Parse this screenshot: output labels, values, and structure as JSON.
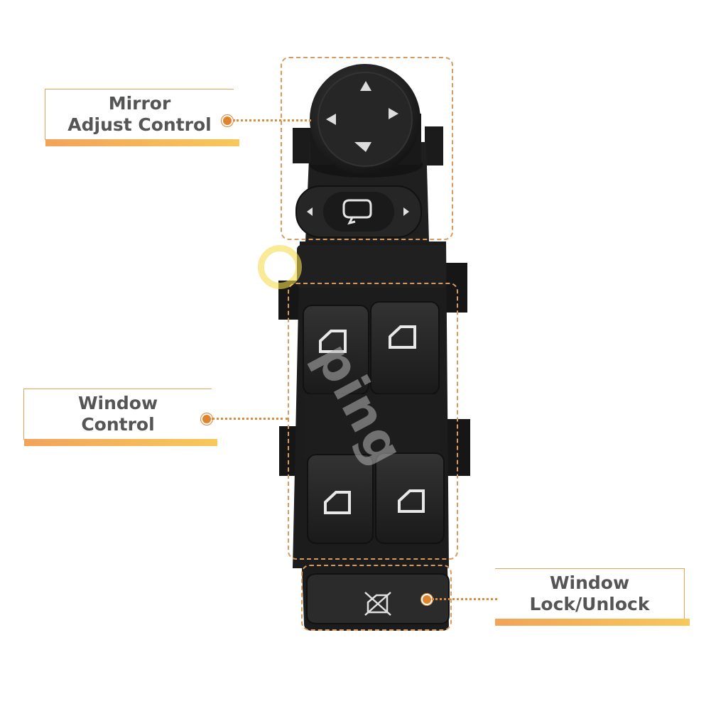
{
  "labels": {
    "mirror": {
      "line1": "Mirror",
      "line2": "Adjust Control"
    },
    "window_control": {
      "line1": "Window",
      "line2": "Control"
    },
    "window_lock": {
      "line1": "Window",
      "line2": "Lock/Unlock"
    }
  },
  "watermark": "ping",
  "colors": {
    "accent_orange": "#e0832f",
    "gradient_start": "#f2a35a",
    "gradient_end": "#f7c85a",
    "switch_body": "#1e1e1e",
    "switch_button": "#2a2a2a",
    "label_text": "#555555"
  },
  "icons": {
    "mirror_arrows": [
      "arrow-up-icon",
      "arrow-left-icon",
      "arrow-right-icon",
      "arrow-down-icon"
    ],
    "mirror_select": "mirror-select-icon",
    "window_buttons": "window-glyph-icon",
    "lock": "window-lock-icon"
  }
}
